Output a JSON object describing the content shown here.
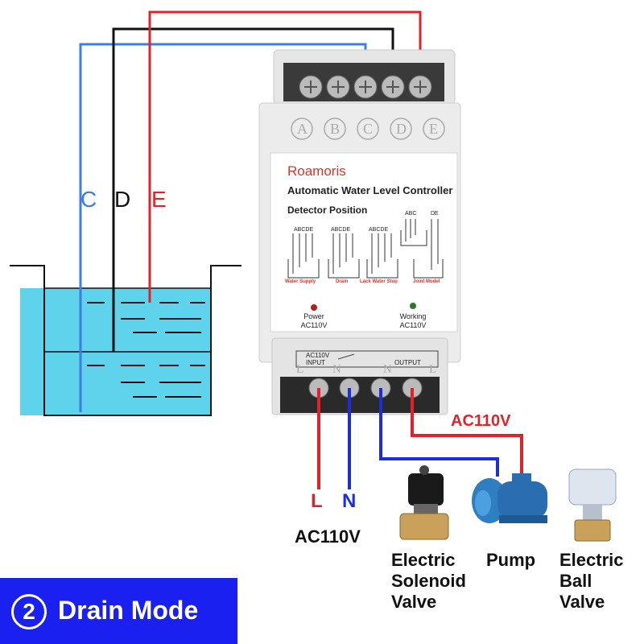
{
  "probes": {
    "c": "C",
    "d": "D",
    "e": "E"
  },
  "device": {
    "brand": "Roamoris",
    "title": "Automatic Water Level Controller",
    "subtitle": "Detector Position",
    "terminals": [
      "A",
      "B",
      "C",
      "D",
      "E"
    ],
    "probe_letters": "ABCDE",
    "probe_letters_split_a": "ABC",
    "probe_letters_split_b": "DE",
    "modes": [
      "Water Supply",
      "Drain",
      "Lack Water Stop",
      "Joint Model"
    ],
    "power_label": "Power",
    "power_voltage": "AC110V",
    "working_label": "Working",
    "working_voltage": "AC110V",
    "bottom_voltage": "AC110V",
    "input_label": "INPUT",
    "output_label": "OUTPUT",
    "bottom_terms": [
      "L",
      "N",
      "N",
      "L"
    ]
  },
  "wiring": {
    "line": "L",
    "neutral": "N",
    "supply_voltage": "AC110V",
    "output_voltage": "AC110V"
  },
  "loads": {
    "solenoid": [
      "Electric",
      "Solenoid",
      "Valve"
    ],
    "pump": "Pump",
    "ball": [
      "Electric",
      "Ball",
      "Valve"
    ]
  },
  "mode": {
    "number": "2",
    "label": "Drain Mode"
  },
  "colors": {
    "red_wire": "#e0232b",
    "blue_wire": "#1c2fd6",
    "probe_blue": "#3d7fe0",
    "water": "#5fd3ec",
    "banner": "#1a20f0"
  }
}
